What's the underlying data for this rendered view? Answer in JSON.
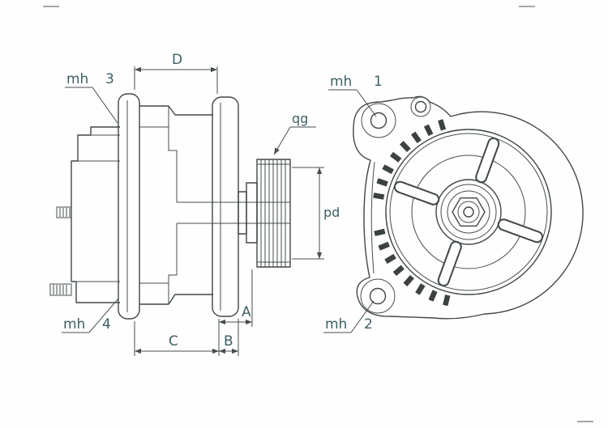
{
  "drawing": {
    "colors": {
      "line": "#404646",
      "label": "#3d5f63",
      "background": "#fefefe"
    },
    "callouts": {
      "mh3": {
        "prefix": "mh",
        "number": "3"
      },
      "mh4": {
        "prefix": "mh",
        "number": "4"
      },
      "mh1": {
        "prefix": "mh",
        "number": "1"
      },
      "mh2": {
        "prefix": "mh",
        "number": "2"
      }
    },
    "dimensions": {
      "top_width": "D",
      "bottom_width": "C",
      "bottom_offset": "B",
      "pulley_offset": "A",
      "pulley_diameter": "pd",
      "groove_callout": "qg"
    }
  }
}
